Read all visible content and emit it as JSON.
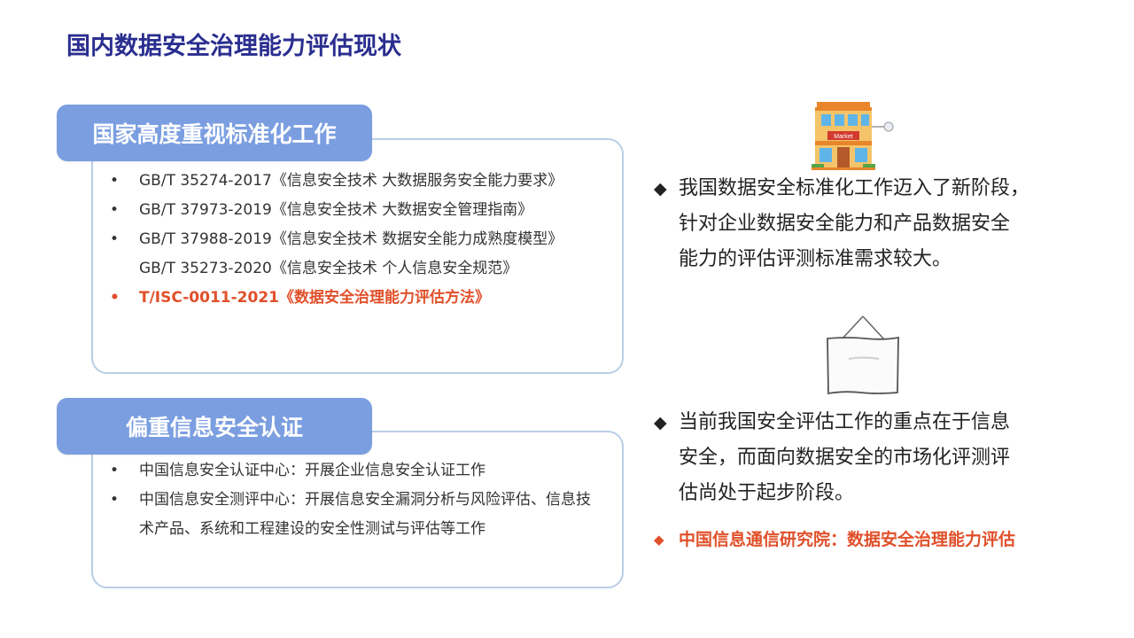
{
  "title": "国内数据安全治理能力评估现状",
  "section1": {
    "tag": "国家高度重视标准化工作",
    "items": [
      {
        "text": "GB/T 35274-2017《信息安全技术 大数据服务安全能力要求》",
        "bullet": "•"
      },
      {
        "text": "GB/T 37973-2019《信息安全技术 大数据安全管理指南》",
        "bullet": "•"
      },
      {
        "text": "GB/T 37988-2019《信息安全技术 数据安全能力成熟度模型》",
        "bullet": "•"
      },
      {
        "text": "GB/T 35273-2020《信息安全技术 个人信息安全规范》",
        "bullet": ""
      },
      {
        "text": "T/ISC-0011-2021《数据安全治理能力评估方法》",
        "bullet": "•"
      }
    ]
  },
  "section2": {
    "tag": "偏重信息安全认证",
    "items": [
      {
        "text": "中国信息安全认证中心：开展企业信息安全认证工作",
        "bullet": "•"
      },
      {
        "text": "中国信息安全测评中心：开展信息安全漏洞分析与风险评估、信息技术产品、系统和工程建设的安全性测试与评估等工作",
        "bullet": "•"
      }
    ]
  },
  "right": {
    "block1": {
      "bullet": "◆",
      "lines": [
        "我国数据安全标准化工作迈入了新阶段，",
        "针对企业数据安全能力和产品数据安全",
        "能力的评估评测标准需求较大。"
      ]
    },
    "block2": {
      "bullet": "◆",
      "lines": [
        "当前我国安全评估工作的重点在于信息",
        "安全，而面向数据安全的市场化评测评",
        "估尚处于起步阶段。"
      ]
    },
    "highlight": {
      "bullet": "◆",
      "text": "中国信息通信研究院：数据安全治理能力评估"
    }
  },
  "market_sign": "Market",
  "colors": {
    "title": "#2a2e8f",
    "tag_bg": "#7b9ee0",
    "panel_border": "#b9cde6",
    "highlight": "#e0502a"
  },
  "icons": [
    "market-building-icon",
    "hanging-frame-icon"
  ]
}
